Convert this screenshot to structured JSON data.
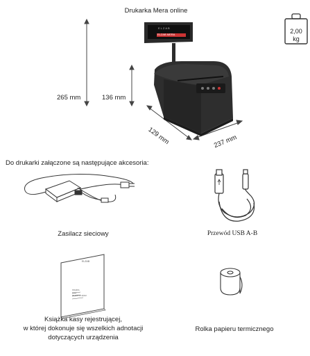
{
  "header": {
    "title": "Drukarka Mera online"
  },
  "weight": {
    "value": "2,00",
    "unit": "kg"
  },
  "dimensions": {
    "total_height": "265 mm",
    "body_height": "136 mm",
    "depth": "129 mm",
    "width": "237 mm"
  },
  "printer_screen_text": "ELZAB",
  "printer_brand_text": "ELZAB MERA",
  "accessories": {
    "intro": "Do drukarki załączone są następujące akcesoria:",
    "power_supply": "Zasilacz sieciowy",
    "usb_cable": "Przewód USB A-B",
    "booklet_line1": "Książka kasy rejestrującej,",
    "booklet_line2": "w której dokonuje się wszelkich adnotacji",
    "booklet_line3": "dotyczących urządzenia",
    "paper_roll": "Rolka papieru termicznego",
    "booklet_cover_brand": "ELZAB",
    "booklet_cover_l1": "KSIĄŻKA",
    "booklet_cover_l2": "KASY",
    "booklet_cover_l3": "REJESTRUJĄCEJ"
  }
}
